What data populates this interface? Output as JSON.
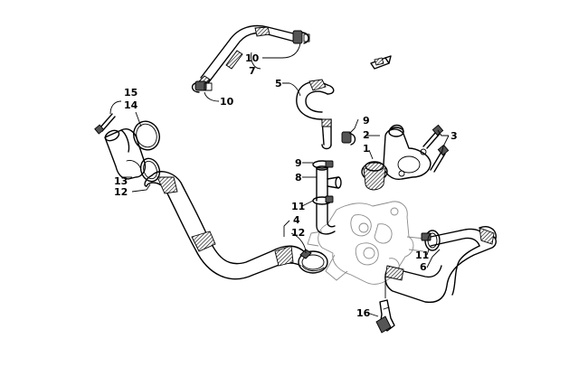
{
  "callouts": {
    "c1": "1",
    "c2": "2",
    "c3": "3",
    "c4": "4",
    "c5": "5",
    "c6": "6",
    "c7": "7",
    "c8": "8",
    "c9a": "9",
    "c9b": "9",
    "c10a": "10",
    "c10b": "10",
    "c11a": "11",
    "c11b": "11",
    "c12a": "12",
    "c12b": "12",
    "c13": "13",
    "c14": "14",
    "c15": "15",
    "c16": "16"
  },
  "icons": {
    "direction": "direction-arrow-icon"
  }
}
